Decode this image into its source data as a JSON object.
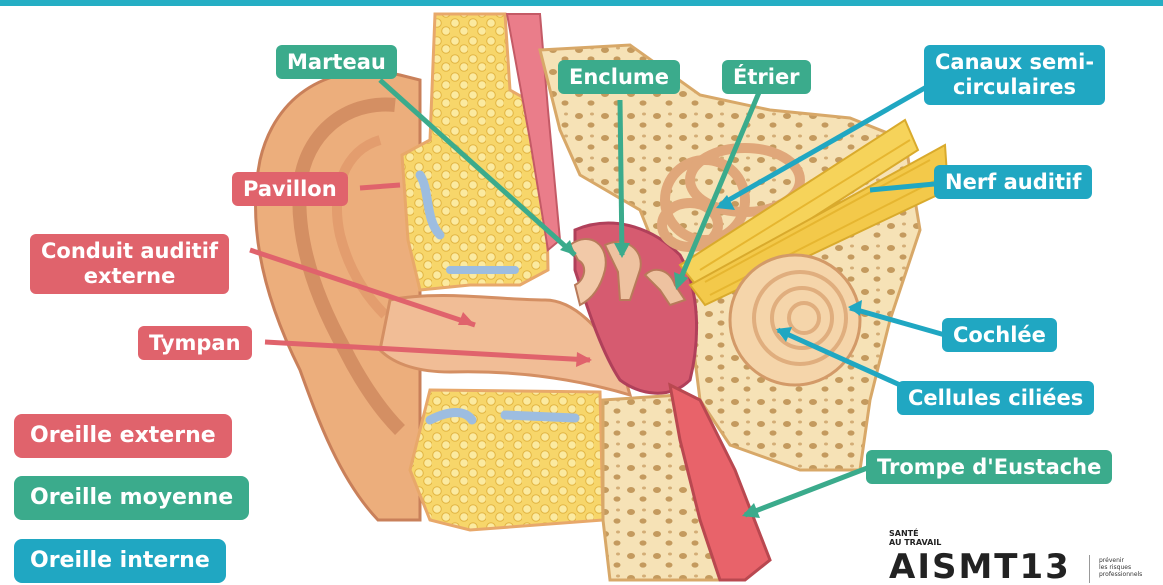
{
  "labels": {
    "marteau": "Marteau",
    "enclume": "Enclume",
    "etrier": "Étrier",
    "canaux": "Canaux semi-\ncirculaires",
    "nerf": "Nerf auditif",
    "pavillon": "Pavillon",
    "conduit": "Conduit auditif\nexterne",
    "tympan": "Tympan",
    "cochlee": "Cochlée",
    "cellules": "Cellules ciliées",
    "trompe": "Trompe d'Eustache"
  },
  "legend": {
    "externe": "Oreille externe",
    "moyenne": "Oreille moyenne",
    "interne": "Oreille interne"
  },
  "logo": {
    "tagline": "SANTÉ\nAU TRAVAIL",
    "name": "AISMT13",
    "motto": "prévenir\nles risques\nprofessionnels"
  },
  "colors": {
    "outer_ear": "#e0636c",
    "middle_ear": "#3bab8c",
    "inner_ear": "#20a7c2",
    "top_bar": "#25aec4"
  }
}
